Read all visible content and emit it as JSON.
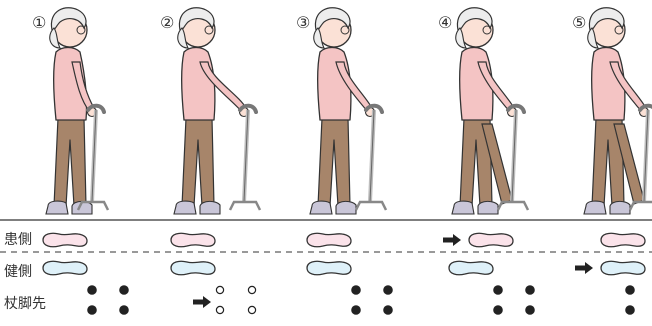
{
  "steps": [
    {
      "number": "①",
      "affected_foot": "back",
      "healthy_foot": "back",
      "cane": "back",
      "cane_style": "filled",
      "arrow": "none"
    },
    {
      "number": "②",
      "affected_foot": "back",
      "healthy_foot": "back",
      "cane": "forward",
      "cane_style": "outline",
      "arrow": "cane"
    },
    {
      "number": "③",
      "affected_foot": "back",
      "healthy_foot": "back",
      "cane": "forward",
      "cane_style": "filled",
      "arrow": "none"
    },
    {
      "number": "④",
      "affected_foot": "forward",
      "healthy_foot": "back",
      "cane": "forward",
      "cane_style": "filled",
      "arrow": "affected"
    },
    {
      "number": "⑤",
      "affected_foot": "forward",
      "healthy_foot": "forward",
      "cane": "forward",
      "cane_style": "filled",
      "arrow": "healthy"
    }
  ],
  "rows": {
    "affected_label": "患側",
    "healthy_label": "健側",
    "cane_label": "杖脚先"
  },
  "colors": {
    "affected_foot": "#fbe3ea",
    "healthy_foot": "#dff1f9",
    "outline": "#333333",
    "skin": "#fbe1d6",
    "shirt": "#f4c4c4",
    "pants": "#a7856a",
    "hair": "#ededed",
    "cane": "#bdbdbd",
    "shoe": "#c9c6d8"
  }
}
